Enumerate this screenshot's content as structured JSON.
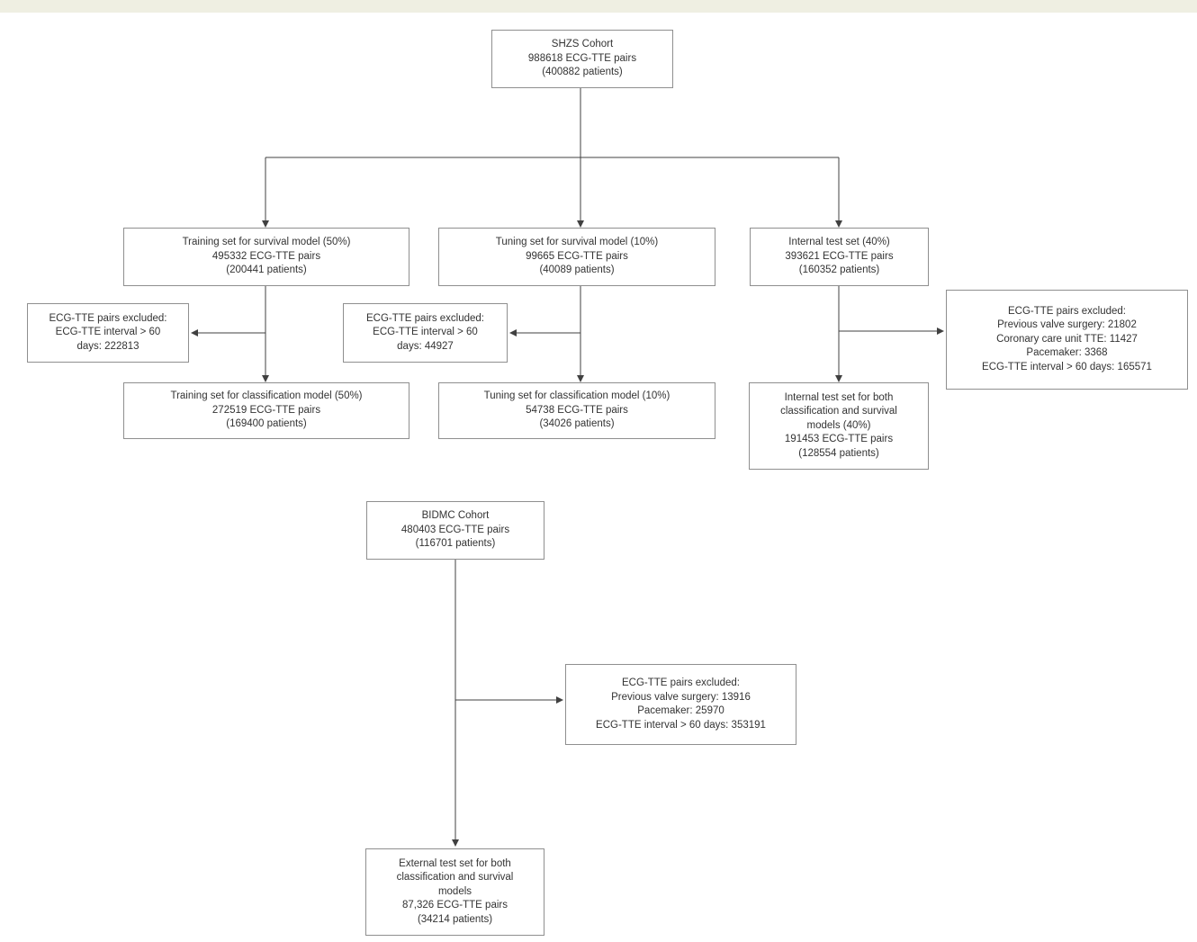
{
  "page": {
    "background_color": "#ffffff",
    "top_band_color": "#efefe2",
    "line_color": "#404040",
    "box_border_color": "#8f8f8f"
  },
  "diagram": {
    "type": "cohort-flowchart",
    "boxes": {
      "shzs_cohort": {
        "lines": [
          "SHZS Cohort",
          "988618 ECG-TTE pairs",
          "(400882 patients)"
        ]
      },
      "training_survival": {
        "lines": [
          "Training set for survival model (50%)",
          "495332 ECG-TTE pairs",
          "(200441 patients)"
        ]
      },
      "tuning_survival": {
        "lines": [
          "Tuning set for survival model (10%)",
          "99665 ECG-TTE pairs",
          "(40089 patients)"
        ]
      },
      "internal_test": {
        "lines": [
          "Internal test set (40%)",
          "393621 ECG-TTE pairs",
          "(160352 patients)"
        ]
      },
      "excluded_training": {
        "lines": [
          "ECG-TTE pairs excluded:",
          "ECG-TTE interval > 60",
          "days: 222813"
        ]
      },
      "excluded_tuning": {
        "lines": [
          "ECG-TTE pairs excluded:",
          "ECG-TTE interval > 60",
          "days: 44927"
        ]
      },
      "excluded_internal": {
        "lines": [
          "ECG-TTE pairs excluded:",
          "Previous valve surgery: 21802",
          "Coronary care unit TTE: 11427",
          "Pacemaker: 3368",
          "ECG-TTE interval > 60 days: 165571"
        ]
      },
      "training_classification": {
        "lines": [
          "Training set for classification model (50%)",
          "272519 ECG-TTE pairs",
          "(169400 patients)"
        ]
      },
      "tuning_classification": {
        "lines": [
          "Tuning set for classification model (10%)",
          "54738 ECG-TTE pairs",
          "(34026 patients)"
        ]
      },
      "internal_test_both": {
        "lines": [
          "Internal test set for both",
          "classification and survival",
          "models (40%)",
          "191453 ECG-TTE pairs",
          "(128554 patients)"
        ]
      },
      "bidmc_cohort": {
        "lines": [
          "BIDMC Cohort",
          "480403 ECG-TTE pairs",
          "(116701 patients)"
        ]
      },
      "excluded_bidmc": {
        "lines": [
          "ECG-TTE pairs excluded:",
          "Previous valve surgery: 13916",
          "Pacemaker: 25970",
          "ECG-TTE interval > 60 days: 353191"
        ]
      },
      "external_test_both": {
        "lines": [
          "External test set for both",
          "classification and survival",
          "models",
          "87,326 ECG-TTE pairs",
          "(34214 patients)"
        ]
      }
    }
  }
}
